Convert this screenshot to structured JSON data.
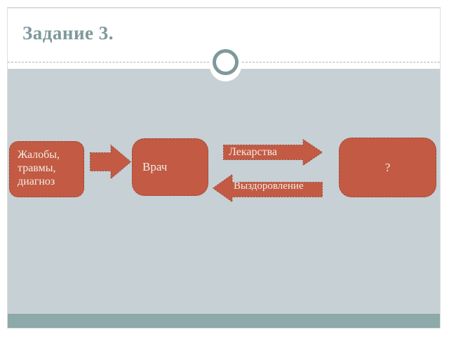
{
  "slide": {
    "title": "Задание 3."
  },
  "diagram": {
    "complaints_box": {
      "line1": "Жалобы,",
      "line2": "травмы,",
      "line3": "диагноз"
    },
    "doctor_box": {
      "label": "Врач"
    },
    "question_box": {
      "label": "?"
    },
    "medicine_arrow": {
      "label": "Лекарства"
    },
    "recovery_arrow": {
      "label": "Выздоровление"
    }
  },
  "colors": {
    "shape_fill": "#c25a44",
    "shape_border": "#9c4733",
    "shape_text": "#f3ede3",
    "title": "#7e999b",
    "content_bg": "#c7d0d4",
    "footer_band": "#8da9a9"
  }
}
